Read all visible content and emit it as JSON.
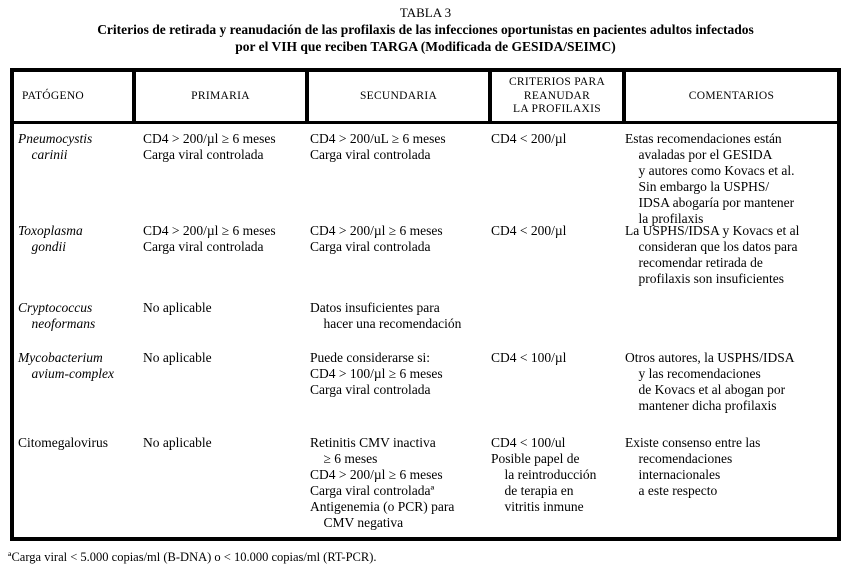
{
  "page": {
    "table_label": "TABLA 3",
    "heading": "Criterios de retirada y reanudación de las profilaxis de las infecciones oportunistas en pacientes adultos infectados\npor el VIH que reciben TARGA (Modificada de GESIDA/SEIMC)",
    "footnote": "ªCarga viral < 5.000 copias/ml (B-DNA) o < 10.000 copias/ml (RT-PCR)."
  },
  "table": {
    "headers": [
      "PATÓGENO",
      "PRIMARIA",
      "SECUNDARIA",
      "CRITERIOS PARA\nREANUDAR\nLA PROFILAXIS",
      "COMENTARIOS"
    ],
    "rows": [
      {
        "pathogen_italic": true,
        "pathogen": [
          "Pneumocystis",
          "    carinii"
        ],
        "primaria": [
          "CD4 > 200/µl ≥ 6 meses",
          "Carga viral controlada"
        ],
        "secundaria": [
          "CD4 > 200/uL ≥ 6 meses",
          "Carga viral controlada"
        ],
        "reanudar": [
          "CD4 < 200/µl"
        ],
        "comentarios": [
          "Estas recomendaciones están",
          "    avaladas por el GESIDA",
          "    y autores como Kovacs et al.",
          "    Sin embargo la USPHS/",
          "    IDSA abogaría por mantener",
          "    la profilaxis"
        ]
      },
      {
        "pathogen_italic": true,
        "pathogen": [
          "Toxoplasma",
          "    gondii"
        ],
        "primaria": [
          "CD4 > 200/µl ≥ 6 meses",
          "Carga viral controlada"
        ],
        "secundaria": [
          "CD4 > 200/µl ≥ 6 meses",
          "Carga viral controlada"
        ],
        "reanudar": [
          "CD4 < 200/µl"
        ],
        "comentarios": [
          "La USPHS/IDSA y Kovacs et al",
          "    consideran que los datos para",
          "    recomendar retirada de",
          "    profilaxis son insuficientes"
        ]
      },
      {
        "pathogen_italic": true,
        "pathogen": [
          "Cryptococcus",
          "    neoformans"
        ],
        "primaria": [
          "No aplicable"
        ],
        "secundaria": [
          "Datos insuficientes para",
          "    hacer una recomendación"
        ],
        "reanudar": [],
        "comentarios": []
      },
      {
        "pathogen_italic": true,
        "pathogen": [
          "Mycobacterium",
          "    avium-complex"
        ],
        "primaria": [
          "No aplicable"
        ],
        "secundaria": [
          "Puede considerarse si:",
          "CD4 > 100/µl ≥ 6 meses",
          "Carga viral controlada"
        ],
        "reanudar": [
          "CD4 < 100/µl"
        ],
        "comentarios": [
          "Otros autores, la USPHS/IDSA",
          "    y las recomendaciones",
          "    de Kovacs et al abogan por",
          "    mantener dicha profilaxis"
        ]
      },
      {
        "pathogen_italic": false,
        "pathogen": [
          "Citomegalovirus"
        ],
        "primaria": [
          "No aplicable"
        ],
        "secundaria": [
          "Retinitis CMV inactiva",
          "    ≥ 6 meses",
          "CD4 > 200/µl ≥ 6 meses",
          "Carga viral controladaª",
          "Antigenemia (o PCR) para",
          "    CMV negativa"
        ],
        "reanudar": [
          "CD4 < 100/ul",
          "Posible papel de",
          "    la reintroducción",
          "    de terapia en",
          "    vitritis inmune"
        ],
        "comentarios": [
          "Existe consenso entre las",
          "    recomendaciones",
          "    internacionales",
          "    a este respecto"
        ]
      }
    ]
  }
}
